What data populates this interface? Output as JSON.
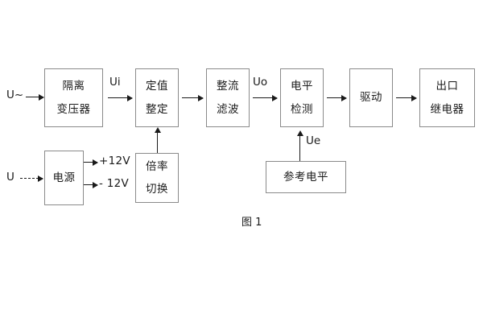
{
  "figure": {
    "caption": "图 1",
    "line_color": "#8a8a8a",
    "arrow_color": "#1a1a1a",
    "background": "#ffffff"
  },
  "inputs": {
    "ac_source": "U~",
    "dc_source": "U"
  },
  "signals": {
    "ui": "Ui",
    "uo": "Uo",
    "ue": "Ue"
  },
  "rails": {
    "positive": "+12V",
    "negative": "- 12V"
  },
  "blocks": {
    "isolation_transformer": {
      "line1": "隔离",
      "line2": "变压器"
    },
    "setting_value": {
      "line1": "定值",
      "line2": "整定"
    },
    "rectify_filter": {
      "line1": "整流",
      "line2": "滤波"
    },
    "level_detect": {
      "line1": "电平",
      "line2": "检测"
    },
    "drive": {
      "line1": "驱动"
    },
    "output_relay": {
      "line1": "出口",
      "line2": "继电器"
    },
    "power_supply": {
      "line1": "电源"
    },
    "multiplier_switch": {
      "line1": "倍率",
      "line2": "切换"
    },
    "reference_level": {
      "line1": "参考电平"
    }
  }
}
